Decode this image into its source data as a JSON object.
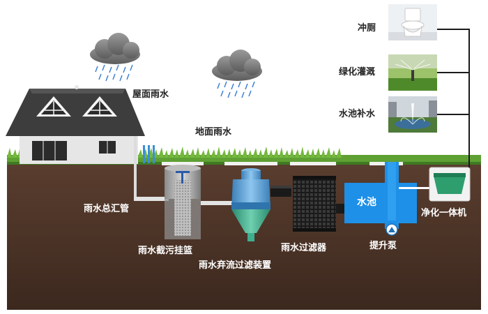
{
  "labels": {
    "roof_rain": "屋面雨水",
    "ground_rain": "地面雨水",
    "main_pipe": "雨水总汇管",
    "trash_basket": "雨水截污挂篮",
    "diverter": "雨水弃流过滤装置",
    "filter": "雨水过滤器",
    "pool": "水池",
    "pump": "提升泵",
    "purifier": "净化一体机",
    "toilet": "冲厕",
    "irrigation": "绿化灌溉",
    "pool_refill": "水池补水"
  },
  "icons": {
    "rain_clouds": "rain-cloud-icon",
    "house": "house-icon",
    "toilet": "toilet-icon",
    "sprinkler": "sprinkler-icon",
    "fountain": "fountain-icon"
  },
  "colors": {
    "soil": "#4a3226",
    "grass": "#5fa033",
    "sky": "#ffffff",
    "pipe": "#dcdcdc",
    "pool": "#1e90e8",
    "diverter_blue": "#5a9fd4",
    "diverter_green": "#3fae8f",
    "purifier_green": "#2f9e6e"
  }
}
